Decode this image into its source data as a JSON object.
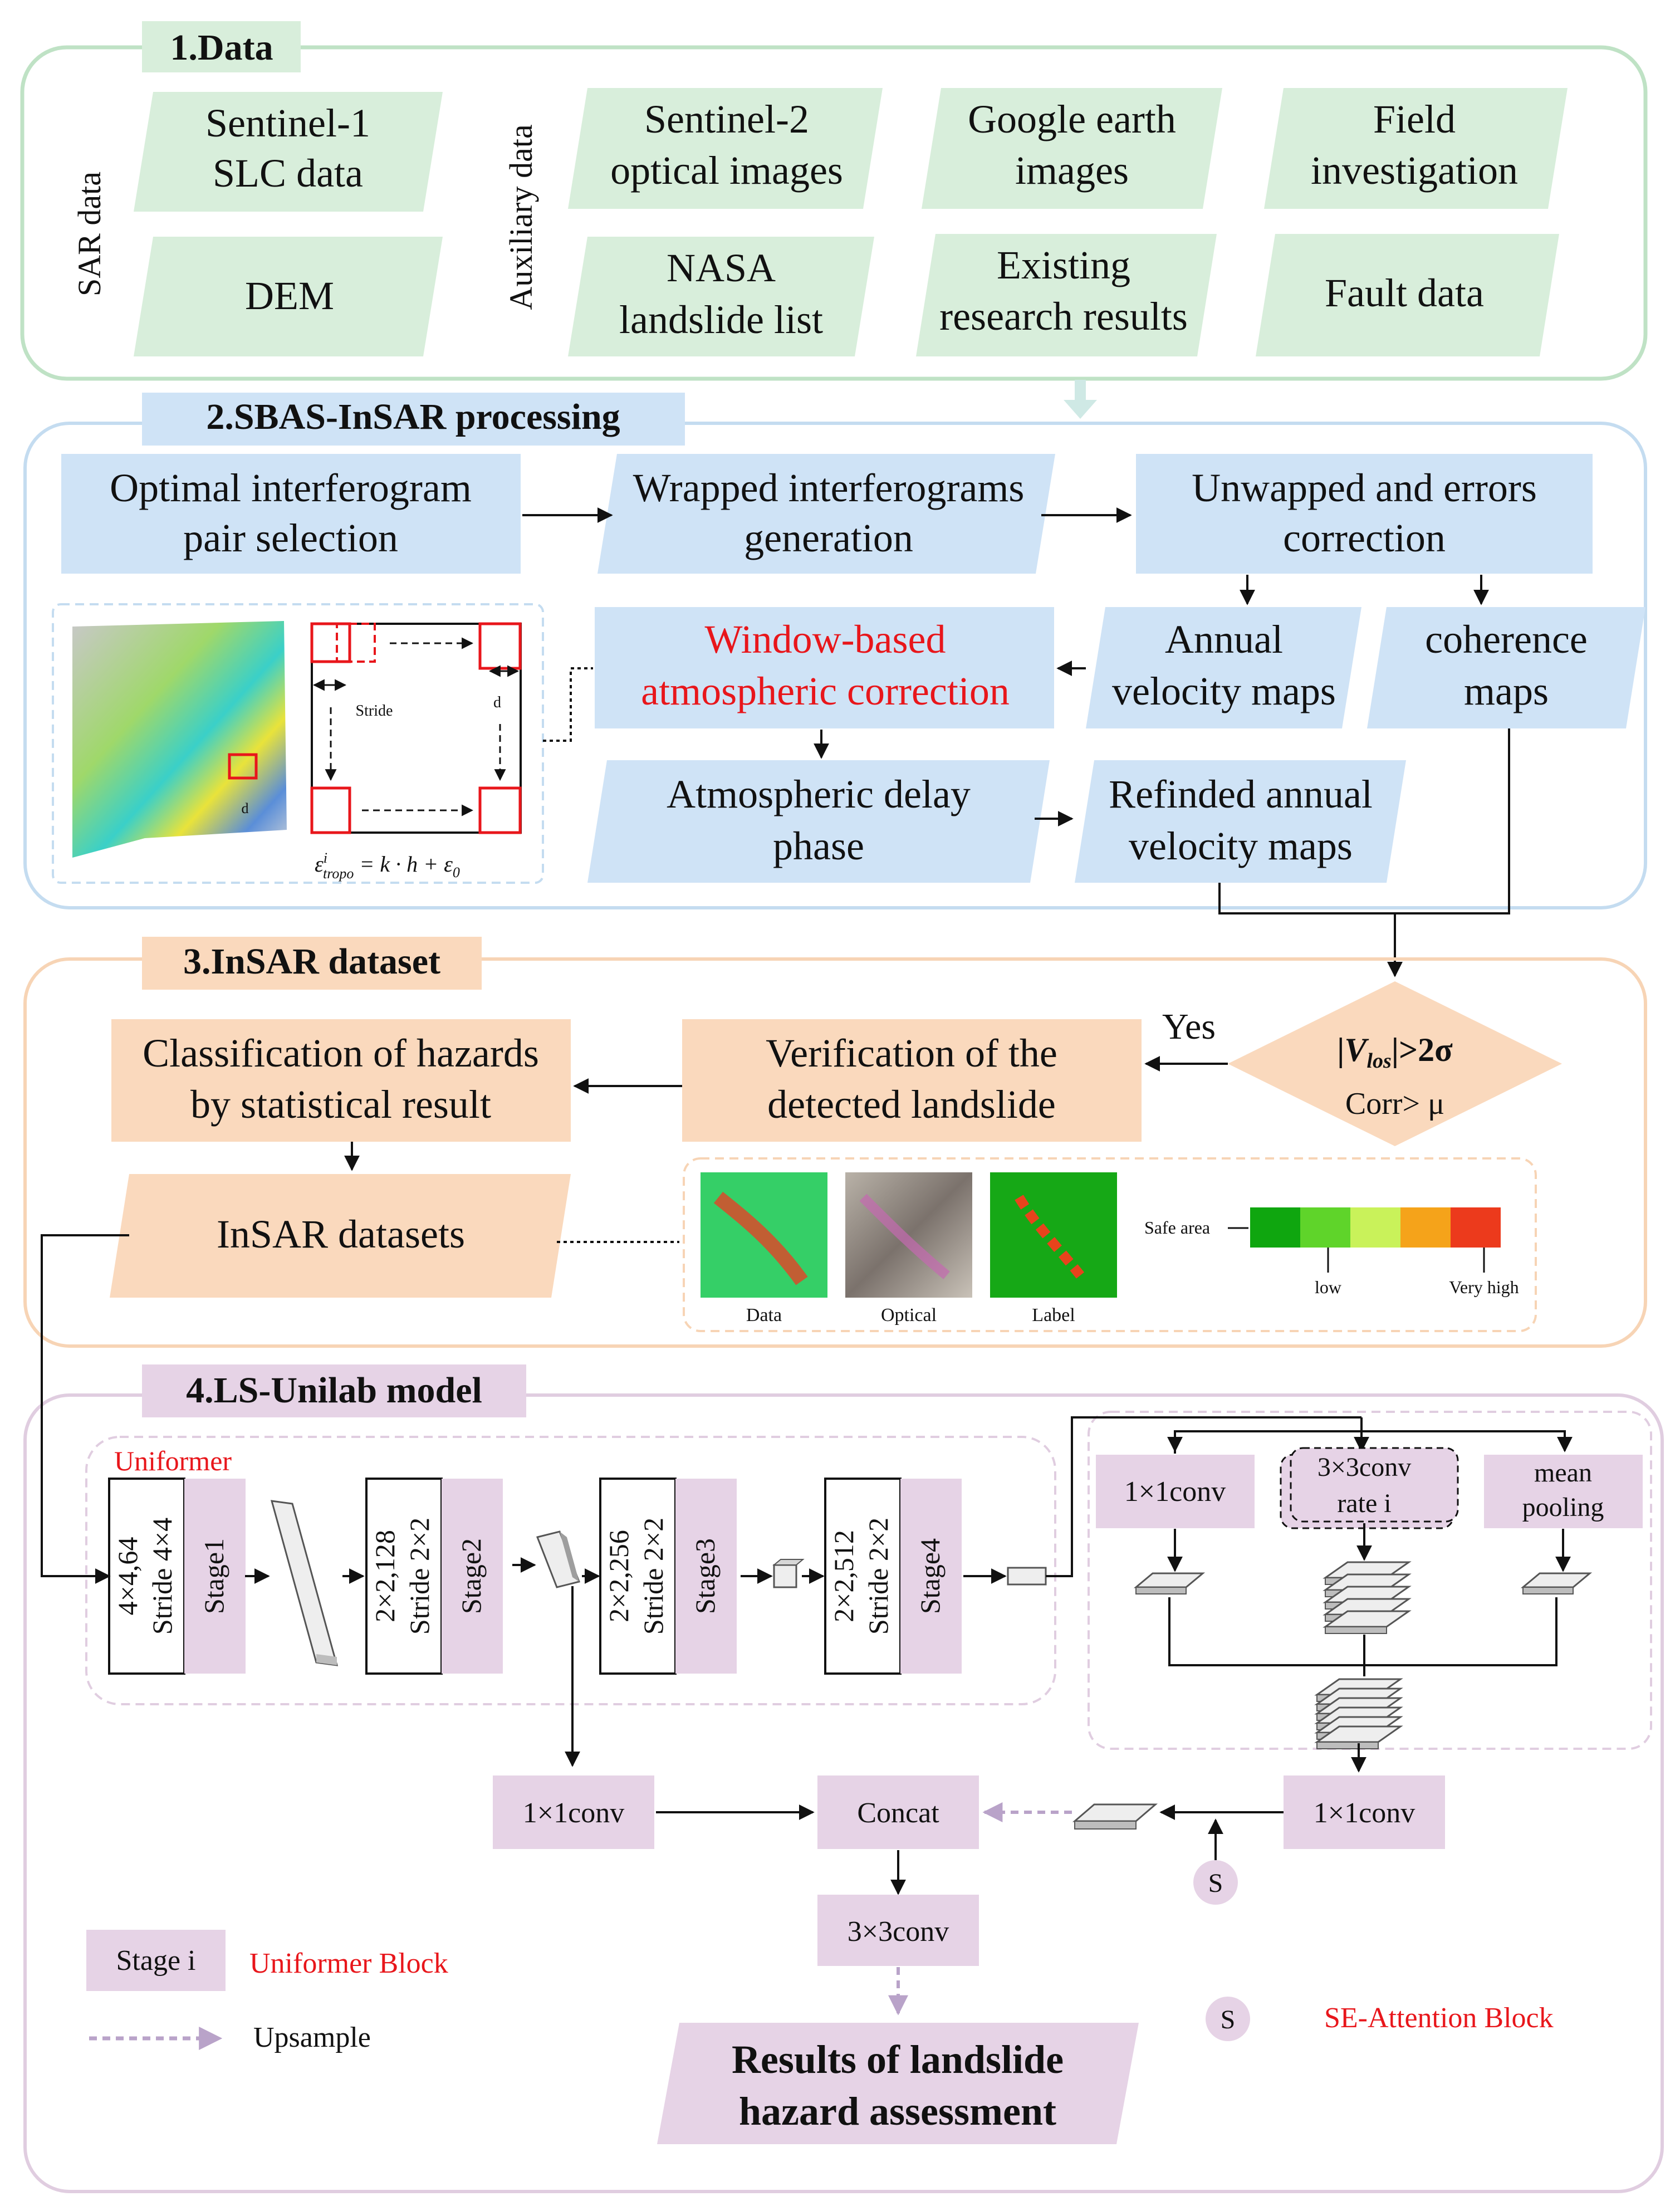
{
  "colors": {
    "data_section": "#d8eedb",
    "data_border": "#bfe2c5",
    "sbas_section": "#cfe3f6",
    "sbas_border": "#c4dcf0",
    "dataset_section": "#fad9bd",
    "dataset_border": "#f7d4b5",
    "model_section": "#e6d3e6",
    "model_border": "#e0cde0",
    "highlight_text": "#e8161b",
    "upsample_arrow": "#b9a3c9"
  },
  "section1": {
    "title": "1.Data",
    "sar_label": "SAR data",
    "aux_label": "Auxiliary data",
    "sentinel1": [
      "Sentinel-1",
      "SLC data"
    ],
    "dem": "DEM",
    "sentinel2": [
      "Sentinel-2",
      "optical images"
    ],
    "google": [
      "Google earth",
      "images"
    ],
    "field": [
      "Field",
      "investigation"
    ],
    "nasa": [
      "NASA",
      "landslide list"
    ],
    "existing": [
      "Existing",
      "research results"
    ],
    "fault": "Fault data"
  },
  "section2": {
    "title": "2.SBAS-InSAR processing",
    "optimal": [
      "Optimal interferogram",
      "pair selection"
    ],
    "wrapped": [
      "Wrapped interferograms",
      "generation"
    ],
    "unwrapped": [
      "Unwapped and errors",
      "correction"
    ],
    "window": [
      "Window-based",
      "atmospheric correction"
    ],
    "annual": [
      "Annual",
      "velocity maps"
    ],
    "coherence": [
      "coherence",
      "maps"
    ],
    "delay": [
      "Atmospheric delay",
      "phase"
    ],
    "refined": [
      "Refinded annual",
      "velocity maps"
    ],
    "stride_label": "Stride",
    "d_label": "d",
    "formula": "ε = k · h + ε",
    "formula_sup": "i",
    "formula_sub1": "tropo",
    "formula_sub2": "0"
  },
  "section3": {
    "title": "3.InSAR dataset",
    "classification": [
      "Classification of hazards",
      "by statistical result"
    ],
    "verification": [
      "Verification of the",
      "detected landslide"
    ],
    "condition1": "|V|>2σ",
    "condition1_sub": "los",
    "condition2": "Corr> μ",
    "yes": "Yes",
    "datasets": "InSAR datasets",
    "img_labels": [
      "Data",
      "Optical",
      "Label"
    ],
    "safe_area": "Safe area",
    "low": "low",
    "very_high": "Very high",
    "scale_colors": [
      "#0fa60f",
      "#5fd42a",
      "#c9f25a",
      "#f5a31a",
      "#ec3a1c"
    ]
  },
  "section4": {
    "title": "4.LS-Unilab model",
    "uniformer": "Uniformer",
    "stages": [
      {
        "dims": "4×4,64",
        "stride": "Stride 4×4",
        "stage": "Stage1"
      },
      {
        "dims": "2×2,128",
        "stride": "Stride 2×2",
        "stage": "Stage2"
      },
      {
        "dims": "2×2,256",
        "stride": "Stride 2×2",
        "stage": "Stage3"
      },
      {
        "dims": "2×2,512",
        "stride": "Stride 2×2",
        "stage": "Stage4"
      }
    ],
    "conv1x1_top": "1×1conv",
    "conv3x3_rate": [
      "3×3conv",
      "rate i"
    ],
    "mean_pooling": [
      "mean",
      "pooling"
    ],
    "conv1x1_left": "1×1conv",
    "concat": "Concat",
    "conv1x1_right": "1×1conv",
    "conv3x3": "3×3conv",
    "se": "S",
    "results": [
      "Results of landslide",
      "hazard assessment"
    ],
    "legend_stage": "Stage i",
    "legend_uniformer_block": "Uniformer Block",
    "legend_upsample": "Upsample",
    "legend_se": "S",
    "legend_se_block": "SE-Attention Block"
  }
}
